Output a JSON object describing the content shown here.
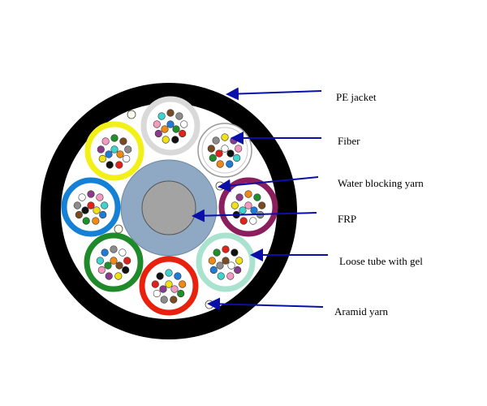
{
  "labels": {
    "pe_jacket": "PE jacket",
    "fiber": "Fiber",
    "water_blocking_yarn": "Water blocking yarn",
    "frp": "FRP",
    "loose_tube": "Loose tube with gel",
    "aramid_yarn": "Aramid yarn"
  },
  "colors": {
    "jacket": "#000000",
    "inner_fill": "#ffffff",
    "strength_member_outer": "#8fa9c4",
    "frp_core": "#a3a3a3",
    "arrow": "#0a0fa8",
    "tube_yellow": "#f3f018",
    "tube_light_gray": "#d9d9d9",
    "tube_white": "#ffffff",
    "tube_purple": "#8b1f5e",
    "tube_mint": "#a9e3cf",
    "tube_red": "#e8200e",
    "tube_green": "#1f8a2a",
    "tube_blue": "#1480d6"
  },
  "fiber_colors": [
    "#1e7bd6",
    "#f08a16",
    "#1f8f2c",
    "#7a4a22",
    "#8c8c8c",
    "#ffffff",
    "#e0221a",
    "#111111",
    "#f0e016",
    "#8b3a8c",
    "#f49ac0",
    "#3fd3cf"
  ],
  "loose_tube_count": 8
}
